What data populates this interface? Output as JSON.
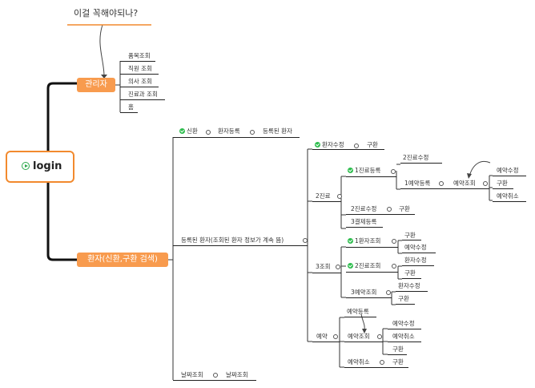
{
  "floating_note": "이걸 꼭해야되나?",
  "root": {
    "label": "login"
  },
  "admin": {
    "label": "관리자",
    "children": [
      "품목조회",
      "직원 조회",
      "의사 조회",
      "진료과 조회",
      "홈"
    ]
  },
  "patient": {
    "label": "환자(신환,구환 검색)",
    "new_patient": {
      "label": "신환",
      "a": "환자등록",
      "b": "등록된 환자"
    },
    "registered": {
      "label": "등록된 환자(조회된 환자 정보가 계속 뜸)",
      "edit": {
        "label": "환자수정",
        "a": "구환"
      },
      "treatment": {
        "label": "2진료",
        "t1": {
          "label": "1진료등록",
          "t2": "2진료수정",
          "t3": "1예약등록",
          "t4": "예약조회",
          "opts": [
            "예약수정",
            "구환",
            "예약취소"
          ]
        },
        "t2edit": {
          "label": "2진료수정",
          "a": "구환"
        },
        "t3pay": "3결제등록"
      },
      "inquiry": {
        "label": "3조회",
        "q1": {
          "label": "1환자조회",
          "opts": [
            "구환",
            "예약수정"
          ]
        },
        "q2": {
          "label": "2진료조회",
          "opts": [
            "환자수정",
            "구환"
          ]
        },
        "q3": {
          "label": "3예약조회",
          "opts": [
            "환자수정",
            "구환"
          ]
        }
      },
      "reserve": {
        "label": "예약",
        "r1": "예약등록",
        "r2": {
          "label": "예약조회",
          "opts": [
            "예약수정",
            "예약취소",
            "구환"
          ]
        },
        "r3": {
          "label": "예약취소",
          "a": "구환"
        }
      }
    },
    "date_search": {
      "label": "날짜조회",
      "a": "날짜조회"
    }
  }
}
